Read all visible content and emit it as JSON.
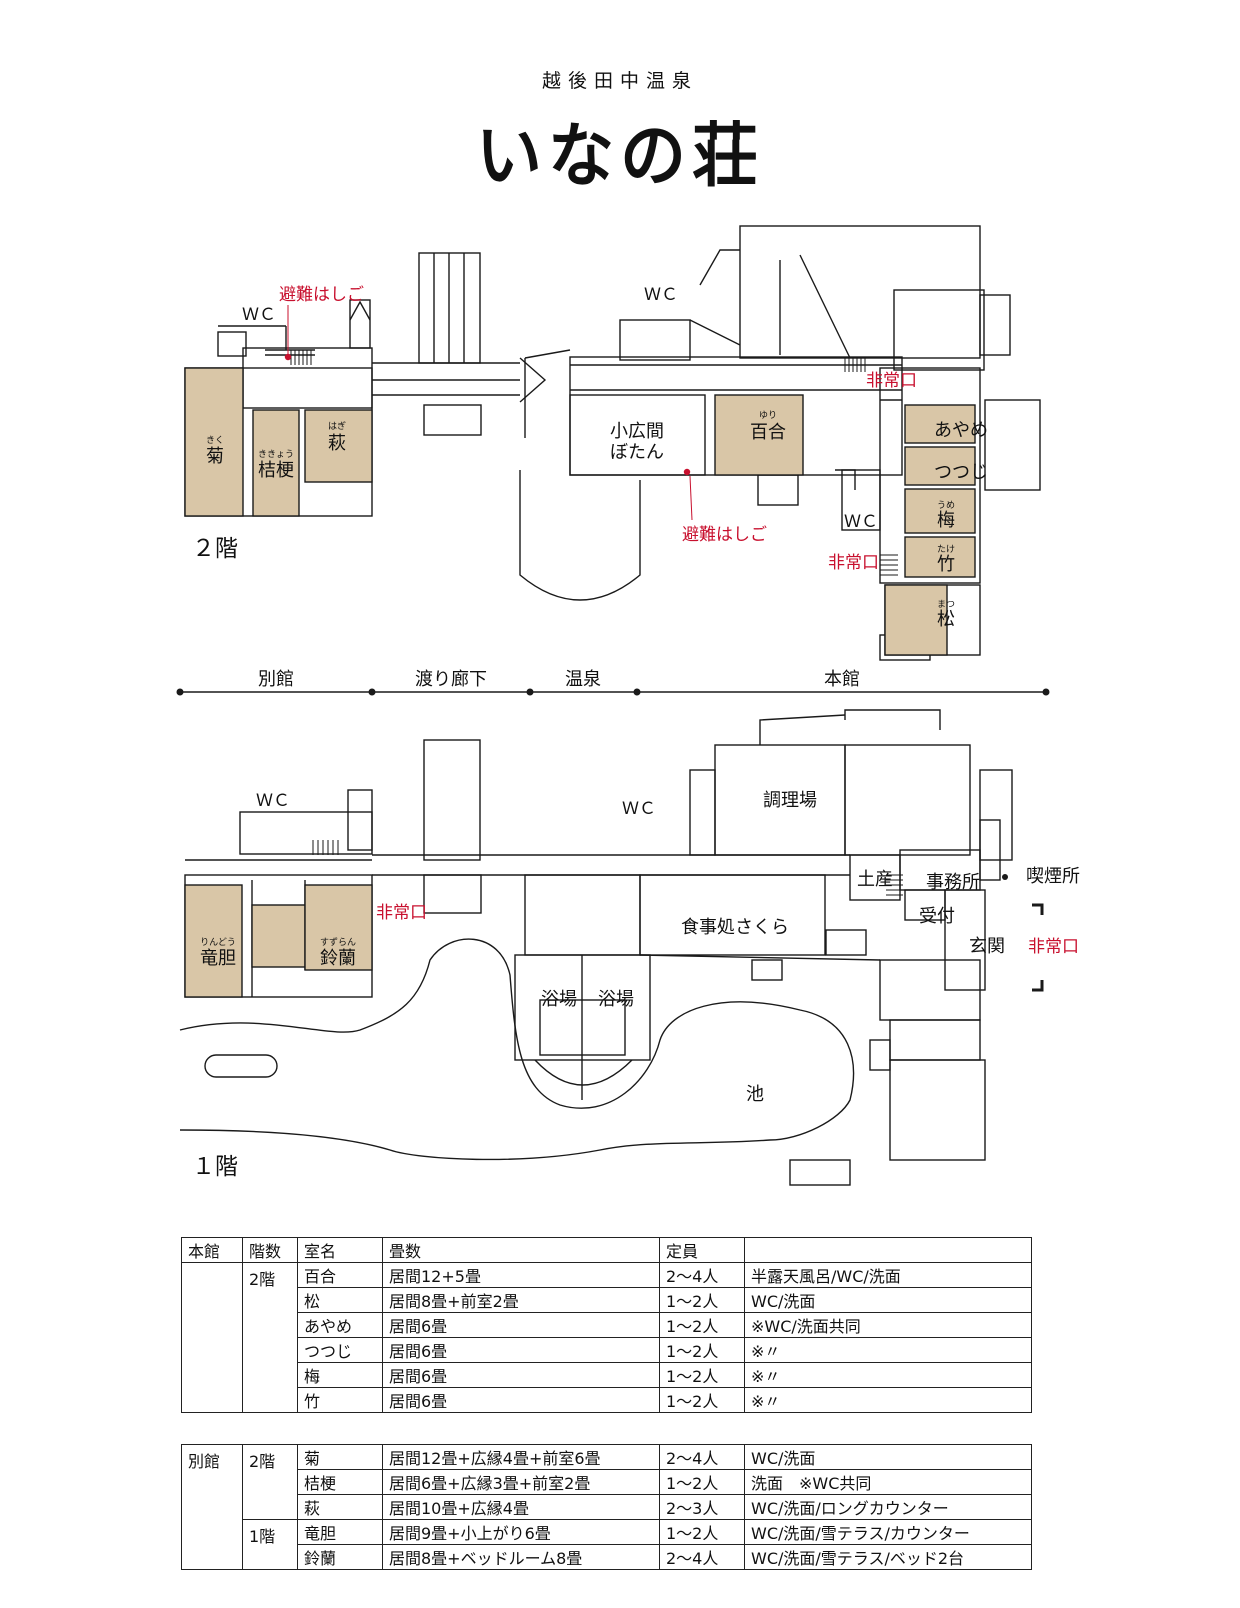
{
  "header": {
    "subtitle": "越後田中温泉",
    "brand": "いなの荘"
  },
  "floor_labels": {
    "second": "２階",
    "first": "１階"
  },
  "sections": [
    "別館",
    "渡り廊下",
    "温泉",
    "本館"
  ],
  "second_floor": {
    "rooms": {
      "kiku": {
        "name": "菊",
        "ruby": "きく"
      },
      "kikyo": {
        "name": "桔梗",
        "ruby": "ききょう"
      },
      "hagi": {
        "name": "萩",
        "ruby": "はぎ"
      },
      "yuri": {
        "name": "百合",
        "ruby": "ゆり"
      },
      "botan": {
        "line1": "小広間",
        "line2": "ぼたん"
      },
      "ayame": {
        "name": "あやめ"
      },
      "tsutsuji": {
        "name": "つつじ"
      },
      "ume": {
        "name": "梅",
        "ruby": "うめ"
      },
      "take": {
        "name": "竹",
        "ruby": "たけ"
      },
      "matsu": {
        "name": "松",
        "ruby": "まつ"
      }
    },
    "labels": {
      "wc_annex": "ＷＣ",
      "wc_main_top": "ＷＣ",
      "wc_main_mid": "ＷＣ",
      "ladder_annex": "避難はしご",
      "ladder_main": "避難はしご",
      "exit_top": "非常口",
      "exit_mid": "非常口"
    }
  },
  "first_floor": {
    "rooms": {
      "rindo": {
        "name": "竜胆",
        "ruby": "りんどう"
      },
      "suzuran": {
        "name": "鈴蘭",
        "ruby": "すずらん"
      },
      "bath_l": "浴場",
      "bath_r": "浴場",
      "dining": "食事処さくら",
      "kitchen": "調理場",
      "shop": "土産",
      "office": "事務所",
      "reception": "受付",
      "entrance": "玄関",
      "smoking": "喫煙所",
      "pond": "池"
    },
    "labels": {
      "wc_annex": "ＷＣ",
      "wc_main": "ＷＣ",
      "exit_annex": "非常口",
      "exit_entrance": "非常口"
    }
  },
  "colors": {
    "room": "#d9c6a7",
    "exit": "#c8102e",
    "line": "#1a1a1a"
  },
  "tables": {
    "headers": [
      "本館",
      "階数",
      "室名",
      "畳数",
      "定員",
      ""
    ],
    "main": {
      "building": "本館",
      "floor": "2階",
      "rows": [
        {
          "room": "百合",
          "tatami": "居間12+5畳",
          "capacity": "2〜4人",
          "note": "半露天風呂/WC/洗面"
        },
        {
          "room": "松",
          "tatami": "居間8畳+前室2畳",
          "capacity": "1〜2人",
          "note": "WC/洗面"
        },
        {
          "room": "あやめ",
          "tatami": "居間6畳",
          "capacity": "1〜2人",
          "note": "※WC/洗面共同"
        },
        {
          "room": "つつじ",
          "tatami": "居間6畳",
          "capacity": "1〜2人",
          "note": "※〃"
        },
        {
          "room": "梅",
          "tatami": "居間6畳",
          "capacity": "1〜2人",
          "note": "※〃"
        },
        {
          "room": "竹",
          "tatami": "居間6畳",
          "capacity": "1〜2人",
          "note": "※〃"
        }
      ]
    },
    "annex": {
      "building": "別館",
      "floor2": "2階",
      "floor1": "1階",
      "rows": [
        {
          "room": "菊",
          "tatami": "居間12畳+広縁4畳+前室6畳",
          "capacity": "2〜4人",
          "note": "WC/洗面"
        },
        {
          "room": "桔梗",
          "tatami": "居間6畳+広縁3畳+前室2畳",
          "capacity": "1〜2人",
          "note": "洗面　※WC共同"
        },
        {
          "room": "萩",
          "tatami": "居間10畳+広縁4畳",
          "capacity": "2〜3人",
          "note": "WC/洗面/ロングカウンター"
        },
        {
          "room": "竜胆",
          "tatami": "居間9畳+小上がり6畳",
          "capacity": "1〜2人",
          "note": "WC/洗面/雪テラス/カウンター"
        },
        {
          "room": "鈴蘭",
          "tatami": "居間8畳+ベッドルーム8畳",
          "capacity": "2〜4人",
          "note": "WC/洗面/雪テラス/ベッド2台"
        }
      ]
    }
  }
}
